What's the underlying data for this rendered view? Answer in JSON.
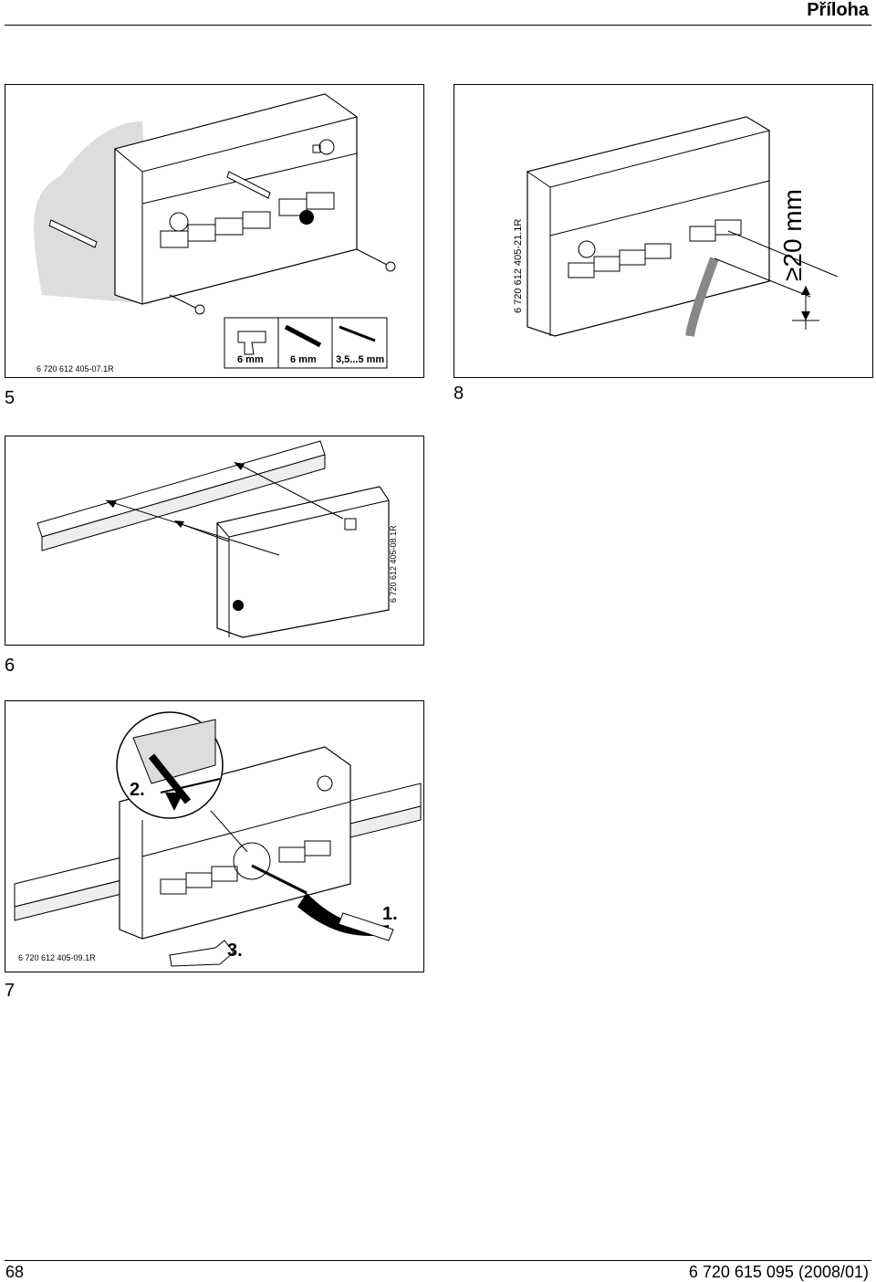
{
  "header": {
    "section_title": "Příloha"
  },
  "figures": {
    "fig5": {
      "number": "5",
      "code": "6 720 612 405-07.1R",
      "tools": {
        "drill": "6 mm",
        "plug": "6 mm",
        "screw": "3,5...5 mm"
      }
    },
    "fig8": {
      "number": "8",
      "code": "6 720 612 405-21.1R",
      "dimension": "≥20 mm"
    },
    "fig6": {
      "number": "6",
      "code": "6 720 612 405-08.1R"
    },
    "fig7": {
      "number": "7",
      "code": "6 720 612 405-09.1R",
      "steps": {
        "step1": "1.",
        "step2": "2.",
        "step3": "3."
      }
    }
  },
  "footer": {
    "page_number": "68",
    "document_code": "6 720 615 095 (2008/01)"
  }
}
